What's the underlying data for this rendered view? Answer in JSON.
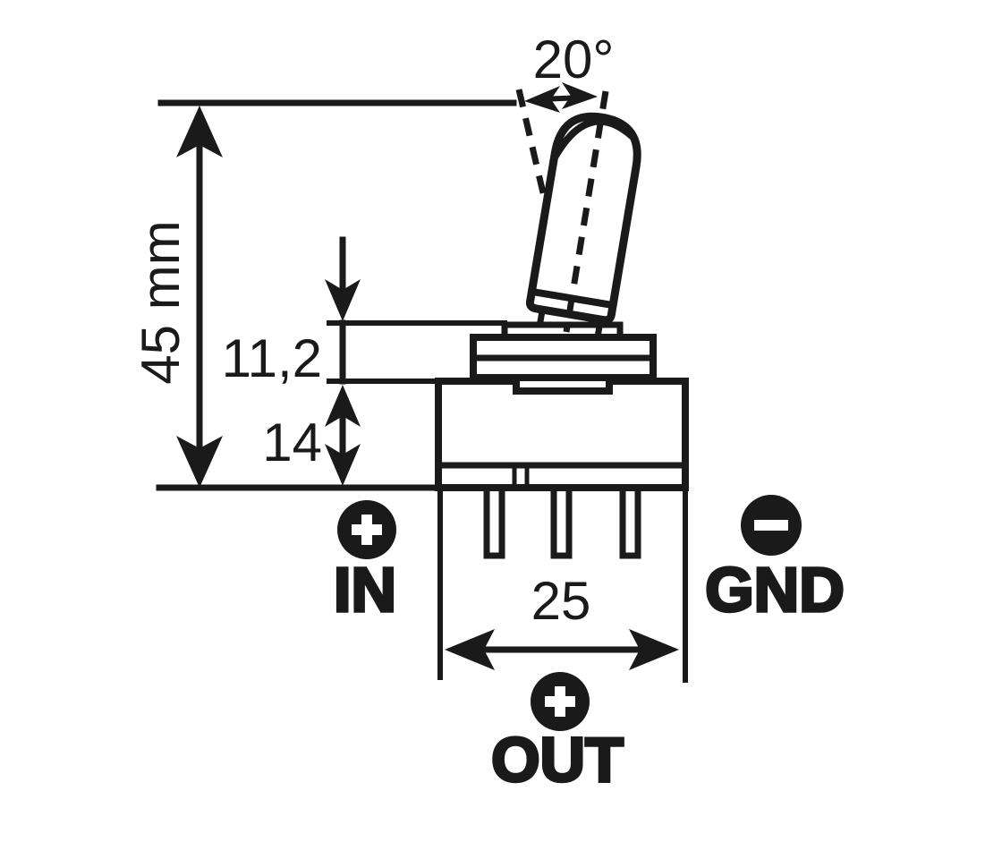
{
  "colors": {
    "line": "#1a1a1a",
    "background": "#ffffff",
    "terminal_icon_fill": "#1a1a1a",
    "terminal_icon_glyph": "#ffffff"
  },
  "dimensions": {
    "lever_swing_angle": "20°",
    "overall_height": "45 mm",
    "upper_section_height": "11,2",
    "body_height": "14",
    "body_width": "25"
  },
  "terminals": {
    "in": {
      "label": "IN",
      "polarity": "+",
      "icon": "plus-icon"
    },
    "gnd": {
      "label": "GND",
      "polarity": "−",
      "icon": "minus-icon"
    },
    "out": {
      "label": "OUT",
      "polarity": "+",
      "icon": "plus-icon"
    }
  }
}
